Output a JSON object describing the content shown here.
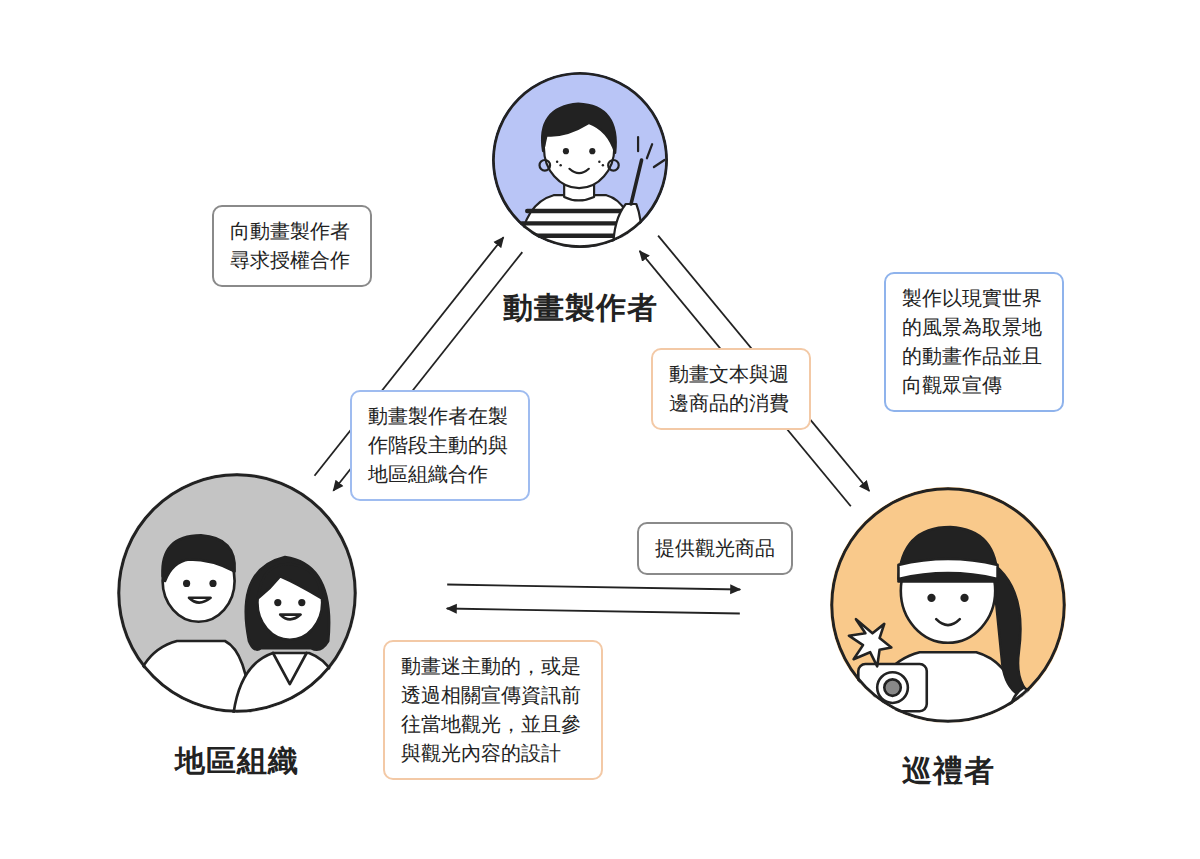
{
  "diagram": {
    "nodes": [
      {
        "text": [
          "動畫製作者"
        ]
      },
      {
        "text": [
          "地區組織"
        ]
      },
      {
        "text": [
          "巡禮者"
        ]
      }
    ],
    "edges": [
      {
        "from": 1,
        "to": 0,
        "arrow": "to",
        "label": "向動畫製作者尋求授權合作"
      },
      {
        "from": 0,
        "to": 1,
        "arrow": "to",
        "label": "動畫製作者在製作階段主動的與地區組織合作"
      },
      {
        "from": 2,
        "to": 0,
        "arrow": "to",
        "label": "動畫文本與週邊商品的消費"
      },
      {
        "from": 0,
        "to": 2,
        "arrow": "to",
        "label": "製作以現實世界的風景為取景地的動畫作品並且向觀眾宣傳"
      },
      {
        "from": 1,
        "to": 2,
        "arrow": "to",
        "label": "提供觀光商品"
      },
      {
        "from": 2,
        "to": 1,
        "arrow": "to",
        "label": "動畫迷主動的，或是透過相關宣傳資訊前往當地觀光，並且參與觀光內容的設計"
      }
    ]
  }
}
